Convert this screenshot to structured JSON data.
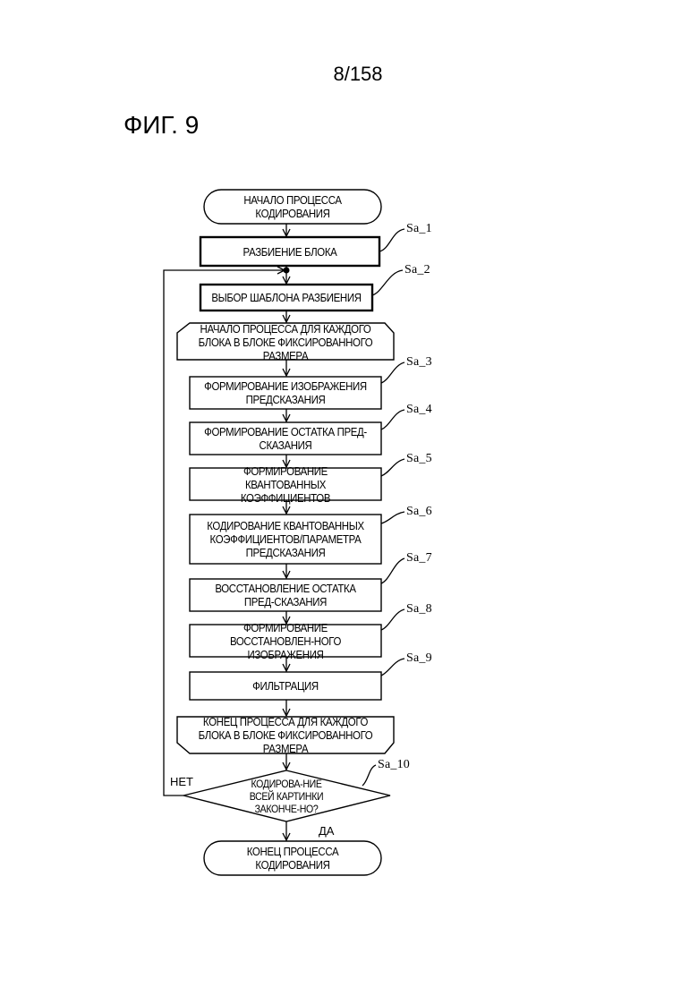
{
  "header": {
    "page_number": "8/158",
    "figure_title": "ФИГ. 9"
  },
  "flowchart": {
    "start": "НАЧАЛО ПРОЦЕССА КОДИРОВАНИЯ",
    "block_split": "РАЗБИЕНИЕ БЛОКА",
    "select_pattern": "ВЫБОР ШАБЛОНА РАЗБИЕНИЯ",
    "loop_start": "НАЧАЛО ПРОЦЕССА ДЛЯ КАЖДОГО БЛОКА В БЛОКЕ ФИКСИРОВАННОГО РАЗМЕРА",
    "pred_image": "ФОРМИРОВАНИЕ ИЗОБРАЖЕНИЯ ПРЕДСКАЗАНИЯ",
    "pred_residual": "ФОРМИРОВАНИЕ ОСТАТКА ПРЕД-СКАЗАНИЯ",
    "quant_coeffs": "ФОРМИРОВАНИЕ КВАНТОВАННЫХ КОЭФФИЦИЕНТОВ",
    "encode_coeffs": "КОДИРОВАНИЕ КВАНТОВАННЫХ КОЭФФИЦИЕНТОВ/ПАРАМЕТРА ПРЕДСКАЗАНИЯ",
    "restore_residual": "ВОССТАНОВЛЕНИЕ ОСТАТКА ПРЕД-СКАЗАНИЯ",
    "restored_image": "ФОРМИРОВАНИЕ ВОССТАНОВЛЕН-НОГО ИЗОБРАЖЕНИЯ",
    "filtering": "ФИЛЬТРАЦИЯ",
    "loop_end": "КОНЕЦ ПРОЦЕССА ДЛЯ КАЖДОГО БЛОКА В БЛОКЕ ФИКСИРОВАННОГО РАЗМЕРА",
    "decision": "КОДИРОВА-НИЕ ВСЕЙ КАРТИНКИ ЗАКОНЧЕ-НО?",
    "end": "КОНЕЦ ПРОЦЕССА КОДИРОВАНИЯ",
    "no_label": "НЕТ",
    "yes_label": "ДА"
  },
  "step_labels": {
    "s1": "Sa_1",
    "s2": "Sa_2",
    "s3": "Sa_3",
    "s4": "Sa_4",
    "s5": "Sa_5",
    "s6": "Sa_6",
    "s7": "Sa_7",
    "s8": "Sa_8",
    "s9": "Sa_9",
    "s10": "Sa_10"
  }
}
